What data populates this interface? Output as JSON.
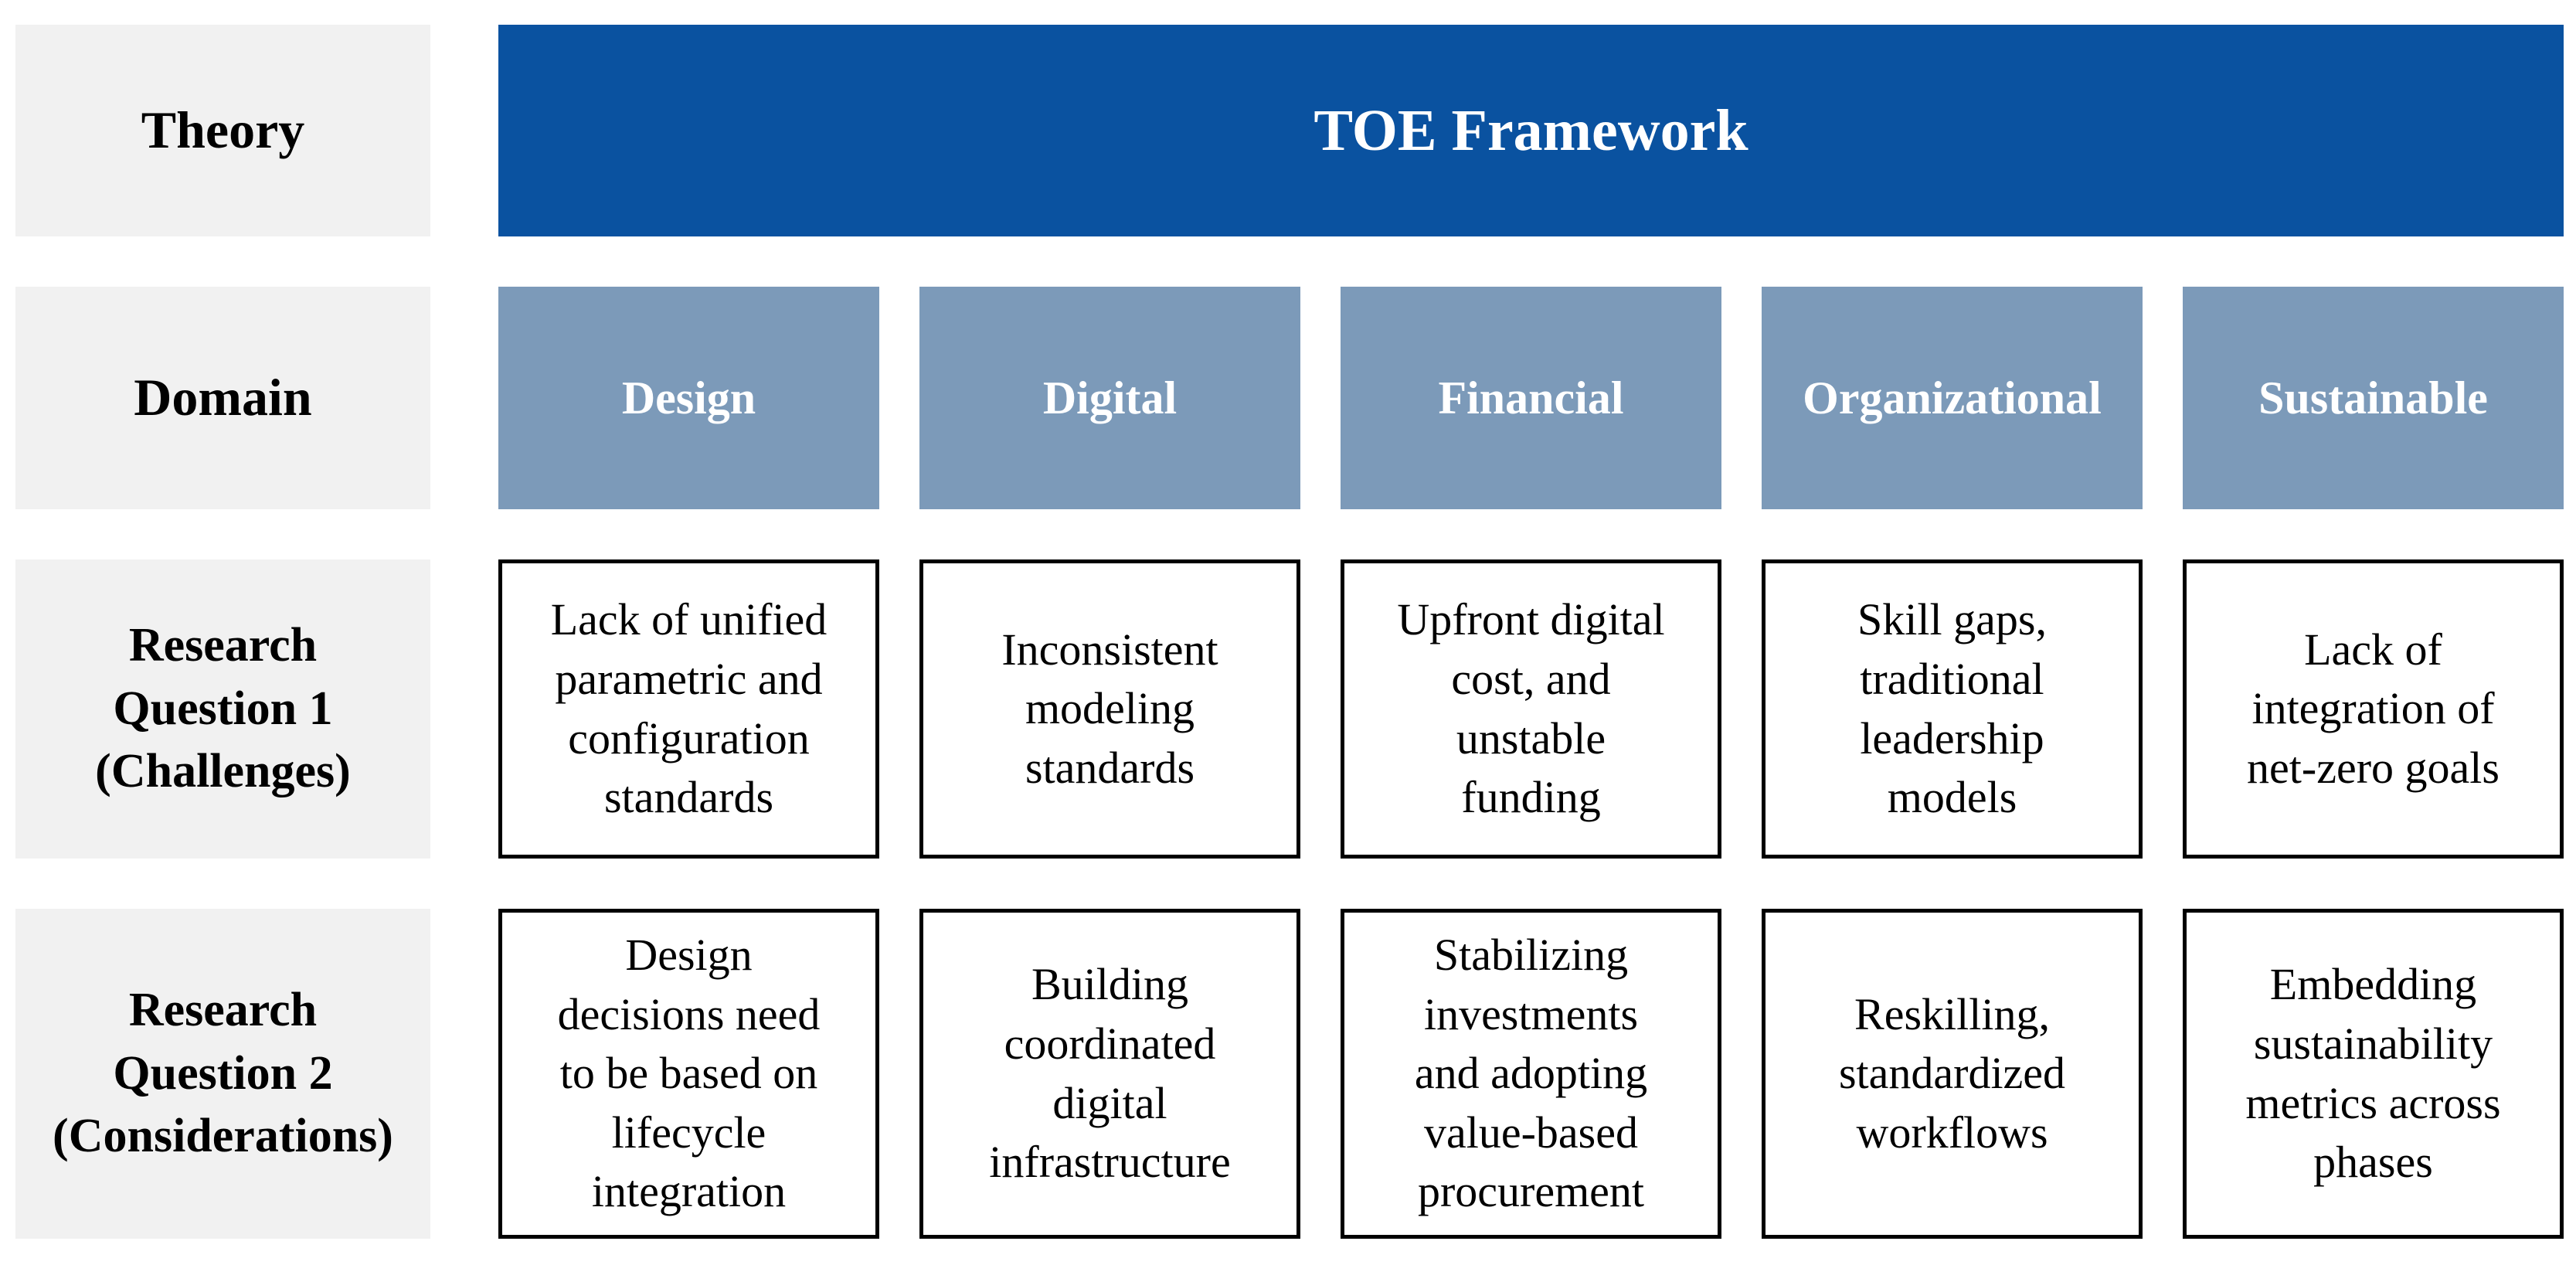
{
  "diagram": {
    "row_labels": {
      "theory": "Theory",
      "domain": "Domain",
      "rq1": "Research\nQuestion 1\n(Challenges)",
      "rq2": "Research\nQuestion 2\n(Considerations)"
    },
    "framework": "TOE Framework",
    "domains": [
      "Design",
      "Digital",
      "Financial",
      "Organizational",
      "Sustainable"
    ],
    "challenges": [
      "Lack of unified\nparametric and\nconfiguration\nstandards",
      "Inconsistent\nmodeling\nstandards",
      "Upfront digital\ncost, and\nunstable\nfunding",
      "Skill gaps,\ntraditional\nleadership\nmodels",
      "Lack of\nintegration of\nnet-zero goals"
    ],
    "considerations": [
      "Design\ndecisions need\nto be based on\nlifecycle\nintegration",
      "Building\ncoordinated\ndigital\ninfrastructure",
      "Stabilizing\ninvestments\nand adopting\nvalue-based\nprocurement",
      "Reskilling,\nstandardized\nworkflows",
      "Embedding\nsustainability\nmetrics across\nphases"
    ]
  },
  "colors": {
    "framework_blue": "#0a52a0",
    "domain_slate": "#7c9ab9",
    "label_gray": "#f1f1f1",
    "box_border": "#000000",
    "background": "#ffffff"
  }
}
